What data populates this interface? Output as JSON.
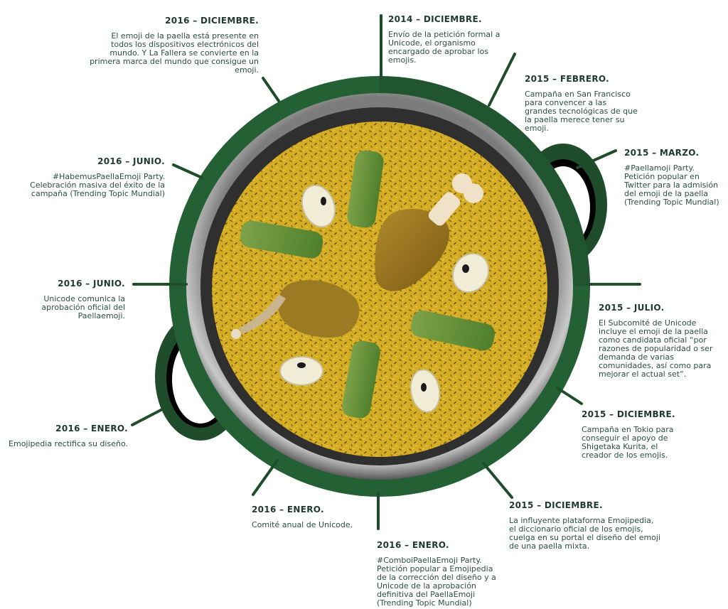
{
  "colors": {
    "green_dark": "#1f4d2c",
    "green": "#2d6e3a",
    "rice": "#d3ad25",
    "steel": "#9a9a9a",
    "text": "#1f3f34"
  },
  "events": [
    {
      "date": "2016 – DICIEMBRE.",
      "text": "El emoji de la paella está presente en todos los dispositivos electrónicos del mundo. Y La Fallera se convierte en la primera marca del mundo que consigue un emoji."
    },
    {
      "date": "2014 – DICIEMBRE.",
      "text": "Envío de la petición formal a Unicode, el organismo encargado de aprobar los emojis."
    },
    {
      "date": "2015 – FEBRERO.",
      "text": "Campaña en San Francisco para convencer a las grandes tecnológicas de que la paella merece tener su emoji."
    },
    {
      "date": "2015 – MARZO.",
      "text": "#Paellamoji Party. Petición popular en Twitter para la admisión del emoji de la paella (Trending Topic Mundial)"
    },
    {
      "date": "2016 – JUNIO.",
      "text": "#HabemusPaellaEmoji Party. Celebración masiva del éxito de la campaña (Trending Topic Mundial)"
    },
    {
      "date": "2016 – JUNIO.",
      "text": "Unicode comunica la aprobación oficial del Paellaemoji."
    },
    {
      "date": "2015 – JULIO.",
      "text": "El Subcomité de Unicode incluye el emoji de la paella como candidata oficial “por razones de popularidad o ser demanda de varias comunidades, así como para mejorar el actual set”."
    },
    {
      "date": "2016 – ENERO.",
      "text": "Emojipedia rectifica su diseño."
    },
    {
      "date": "2015 – DICIEMBRE.",
      "text": "Campaña en Tokio para conseguir el apoyo de Shigetaka Kurita, el creador de los emojis."
    },
    {
      "date": "2016 – ENERO.",
      "text": "Comité anual de Unicode."
    },
    {
      "date": "2015 – DICIEMBRE.",
      "text": "La influyente plataforma Emojipedia, el diccionario oficial de los emojis, cuelga en su portal el diseño del emoji de una paella mixta."
    },
    {
      "date": "2016 – ENERO.",
      "text": "#ComboiPaellaEmoji Party. Petición popular a Emojipedia de la corrección del diseño y a Unicode de la aprobación definitiva del PaellaEmoji (Trending Topic Mundial)"
    }
  ]
}
